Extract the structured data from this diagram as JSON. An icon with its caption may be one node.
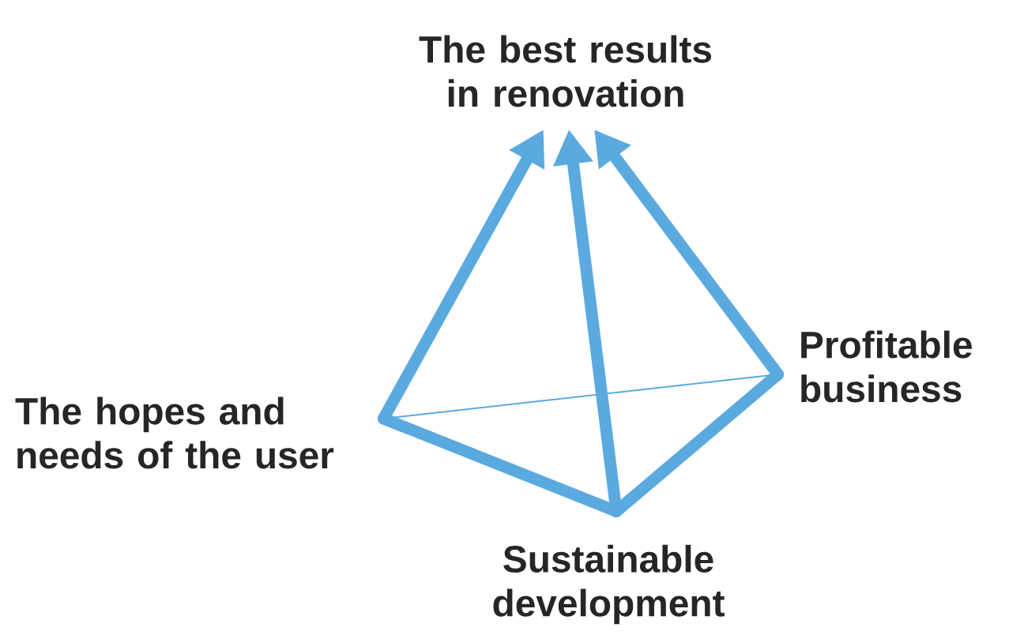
{
  "diagram": {
    "nodes": [
      {
        "text": [
          "The best results in renovation"
        ]
      },
      {
        "text": [
          "The hopes and needs of the user"
        ]
      },
      {
        "text": [
          "Profitable business"
        ]
      },
      {
        "text": [
          "Sustainable development"
        ]
      }
    ],
    "edges": [
      {
        "from": 1,
        "to": 2,
        "arrow": "none"
      },
      {
        "from": 1,
        "to": 3,
        "arrow": "none"
      },
      {
        "from": 3,
        "to": 2,
        "arrow": "none"
      },
      {
        "from": 1,
        "to": 0,
        "arrow": "to"
      },
      {
        "from": 3,
        "to": 0,
        "arrow": "to"
      },
      {
        "from": 2,
        "to": 0,
        "arrow": "to"
      }
    ]
  }
}
